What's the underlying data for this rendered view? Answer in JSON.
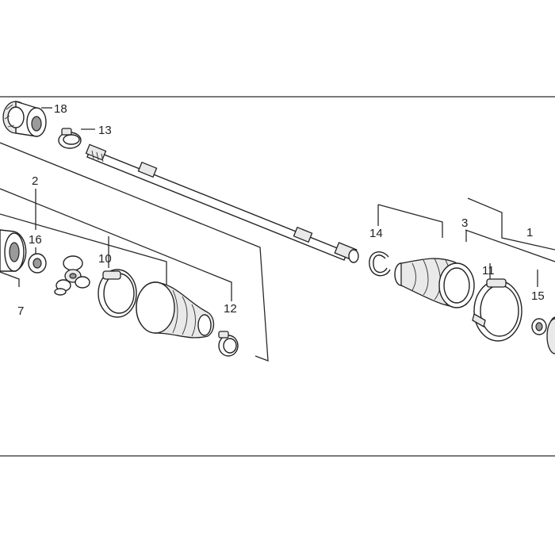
{
  "callouts": {
    "c1": "1",
    "c2": "2",
    "c3": "3",
    "c7": "7",
    "c10": "10",
    "c11": "11",
    "c12": "12",
    "c13": "13",
    "c14": "14",
    "c15": "15",
    "c16": "16",
    "c18": "18"
  }
}
